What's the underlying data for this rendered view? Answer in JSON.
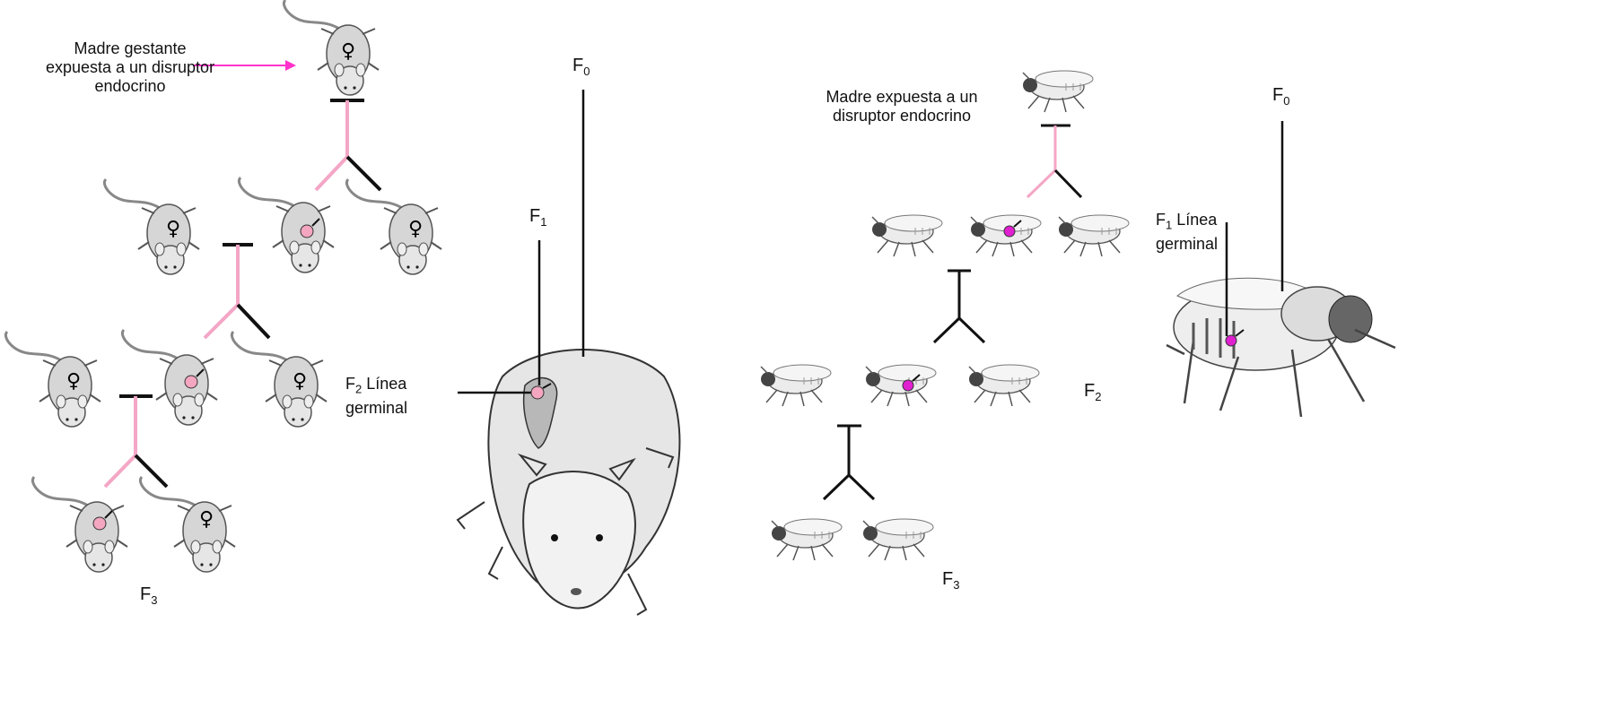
{
  "left_panel": {
    "mother_label": "Madre gestante\nexpuesta a un disruptor\nendocrino",
    "gen_f0": "F",
    "gen_f0_sub": "0",
    "gen_f1": "F",
    "gen_f1_sub": "1",
    "gen_f2_label": "F",
    "gen_f2_sub": "2",
    "gen_f2_text": " Línea",
    "gen_f2_text2": "germinal",
    "gen_f3": "F",
    "gen_f3_sub": "3"
  },
  "right_panel": {
    "mother_label": "Madre expuesta a un\ndisruptor endocrino",
    "gen_f0": "F",
    "gen_f0_sub": "0",
    "gen_f1_label": "F",
    "gen_f1_sub": "1",
    "gen_f1_text": " Línea",
    "gen_f1_text2": "germinal",
    "gen_f2": "F",
    "gen_f2_sub": "2",
    "gen_f3": "F",
    "gen_f3_sub": "3"
  },
  "colors": {
    "arrow_magenta": "#ff33cc",
    "pink_line": "#f4a6c6",
    "germ_pink": "#f4a6c0",
    "germ_magenta": "#e020d0",
    "ink": "#111111"
  },
  "symbols": {
    "female": "♀",
    "male": "♂"
  }
}
